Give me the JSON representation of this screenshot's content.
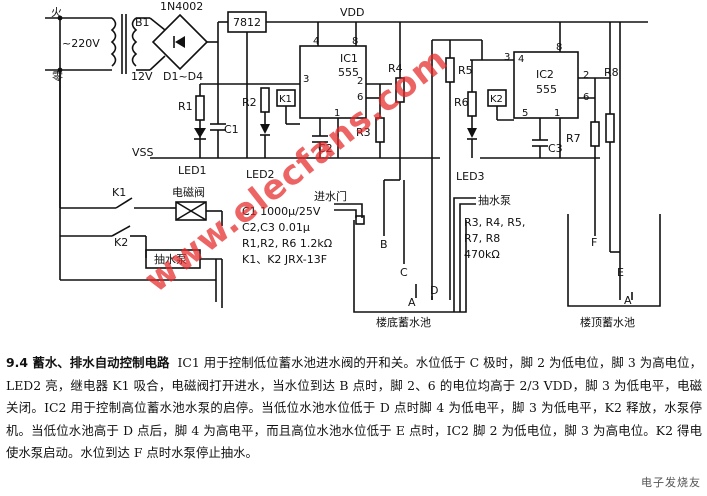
{
  "labels": {
    "live": "火",
    "neutral": "零",
    "mains": "~220V",
    "transformer": "B1",
    "secondary": "12V",
    "bridge_diode": "1N4002",
    "bridge": "D1~D4",
    "regulator": "7812",
    "vdd": "VDD",
    "vss": "VSS",
    "ic1": "IC1",
    "ic2": "IC2",
    "chip": "555",
    "r1": "R1",
    "r2": "R2",
    "r3": "R3",
    "r4": "R4",
    "r5": "R5",
    "r6": "R6",
    "r7": "R7",
    "r8": "R8",
    "c1": "C1",
    "c2": "C2",
    "c3": "C3",
    "k1": "K1",
    "k2": "K2",
    "led1": "LED1",
    "led2": "LED2",
    "led3": "LED3",
    "solenoid": "电磁阀",
    "pump": "抽水泵",
    "inlet": "进水门",
    "pump_pipe": "抽水泵",
    "low_tank": "楼底蓄水池",
    "high_tank": "楼顶蓄水池",
    "pin1_4": "4",
    "pin1_8": "8",
    "pin1_3": "3",
    "pin1_2": "2",
    "pin1_6": "6",
    "pin1_1": "1",
    "pin2_3": "3",
    "pin2_4": "4",
    "pin2_8": "8",
    "pin2_2": "2",
    "pin2_6": "6",
    "pin2_5": "5",
    "pin2_1": "1",
    "probe_a_low": "A",
    "probe_b": "B",
    "probe_c": "C",
    "probe_d": "D",
    "probe_a_high": "A",
    "probe_e": "E",
    "probe_f": "F"
  },
  "specs": {
    "line1": "C1  1000μ/25V",
    "line2": "C2,C3  0.01μ",
    "line3": "R1,R2, R6  1.2kΩ",
    "line4": "K1、K2  JRX-13F",
    "line5": "R3, R4, R5,",
    "line6": "R7, R8",
    "line7": "470kΩ"
  },
  "caption": {
    "heading": "9.4  蓄水、排水自动控制电路",
    "body": "IC1 用于控制低位蓄水池进水阀的开和关。水位低于 C 极时，脚 2 为低电位，脚 3 为高电位，LED2 亮，继电器 K1 吸合，电磁阀打开进水，当水位到达 B 点时，脚 2、6 的电位均高于 2/3 VDD，脚 3 为低电平，电磁关闭。IC2 用于控制高位蓄水池水泵的启停。当低位水池水位低于 D 点时脚 4 为低电平，脚 3 为低电平，K2 释放，水泵停机。当低位水池高于 D 点后，脚 4 为高电平，而且高位水池水位低于 E 点时，IC2 脚 2 为低电位，脚 3 为高电位。K2 得电使水泵启动。水位到达 F 点时水泵停止抽水。"
  },
  "watermark": "www.elecfans.com",
  "stamp": "电子发烧友"
}
